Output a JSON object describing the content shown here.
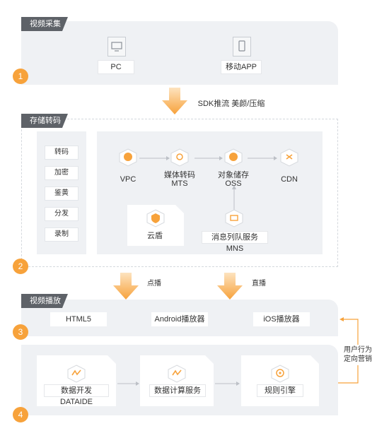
{
  "sections": {
    "capture": {
      "title": "视频采集",
      "number": "1"
    },
    "storage": {
      "title": "存储转码",
      "number": "2"
    },
    "playback": {
      "title": "视频播放",
      "number": "3"
    },
    "analytics": {
      "number": "4"
    }
  },
  "capture": {
    "pc": "PC",
    "mobile": "移动APP"
  },
  "arrow1_label": "SDK推流 美颜/压缩",
  "storage": {
    "features": [
      "转码",
      "加密",
      "鉴黄",
      "分发",
      "录制"
    ],
    "vpc": "VPC",
    "mts": [
      "媒体转码",
      "MTS"
    ],
    "oss": [
      "对象储存",
      "OSS"
    ],
    "cdn": "CDN",
    "shield": "云盾",
    "mns": "消息列队服务 MNS"
  },
  "arrow_vod": "点播",
  "arrow_live": "直播",
  "playback": {
    "html5": "HTML5",
    "android": "Android播放器",
    "ios": "iOS播放器"
  },
  "feedback": [
    "用户行为",
    "定向营销"
  ],
  "analytics": {
    "dataide": "数据开发DATAIDE",
    "compute": "数据计算服务",
    "engine": "规则引擎"
  },
  "colors": {
    "accent": "#f7a23b",
    "tag": "#5e6268",
    "panel": "#eff1f4"
  }
}
